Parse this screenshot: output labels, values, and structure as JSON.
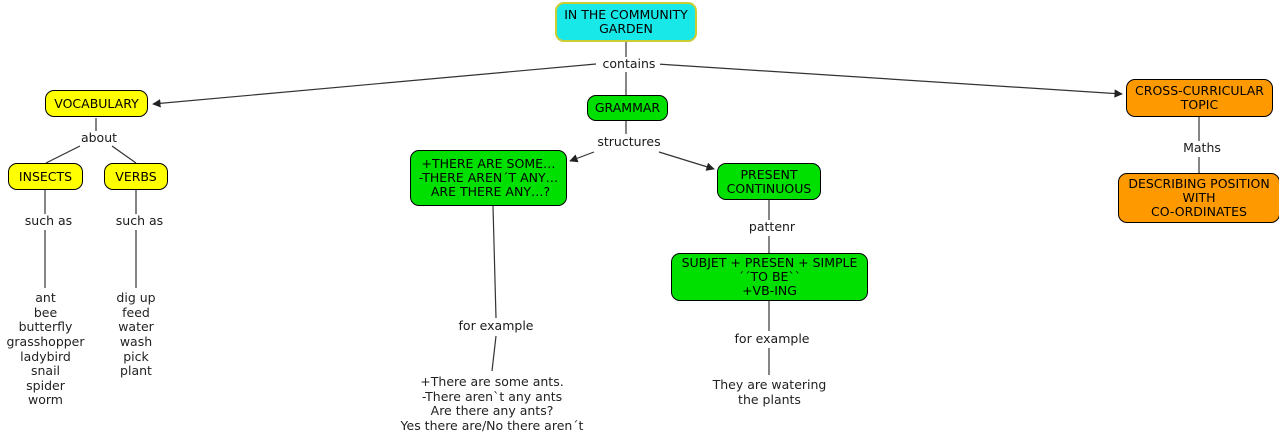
{
  "diagram": {
    "title": "IN THE COMMUNITY GARDEN concept map",
    "colors": {
      "root": "#19e8e8",
      "vocabulary": "#ffff00",
      "grammar": "#00e000",
      "cross_curricular": "#ff9900",
      "line": "#3a3a3a",
      "text": "#111111"
    }
  },
  "nodes": {
    "root": {
      "label": "IN THE COMMUNITY\nGARDEN"
    },
    "vocabulary": {
      "label": "VOCABULARY"
    },
    "insects": {
      "label": "INSECTS"
    },
    "verbs": {
      "label": "VERBS"
    },
    "grammar": {
      "label": "GRAMMAR"
    },
    "there_are": {
      "label": "+THERE ARE SOME…\n-THERE AREN´T ANY…\n ARE THERE ANY…?"
    },
    "present_continuous": {
      "label": "PRESENT\nCONTINUOUS"
    },
    "pattern_box": {
      "label": "SUBJET + PRESEN + SIMPLE\n´´TO BE``\n+VB-ING"
    },
    "cross_curricular": {
      "label": "CROSS-CURRICULAR\nTOPIC"
    },
    "describing_position": {
      "label": "DESCRIBING POSITION\nWITH\nCO-ORDINATES"
    }
  },
  "edge_labels": {
    "contains": "contains",
    "about": "about",
    "such_as_insects": "such as",
    "such_as_verbs": "such as",
    "structures": "structures",
    "pattenr": "pattenr",
    "for_example_there_are": "for example",
    "for_example_present_continuous": "for example",
    "maths": "Maths"
  },
  "leaves": {
    "insect_examples": "ant\nbee\nbutterfly\ngrasshopper\nladybird\nsnail\nspider\nworm",
    "verb_examples": "dig up\nfeed\nwater\nwash\npick\nplant",
    "there_are_examples": "+There are some ants.\n-There aren`t any ants\nAre there any ants?\nYes there are/No there aren´t",
    "present_continuous_examples": "They are watering\nthe plants"
  }
}
